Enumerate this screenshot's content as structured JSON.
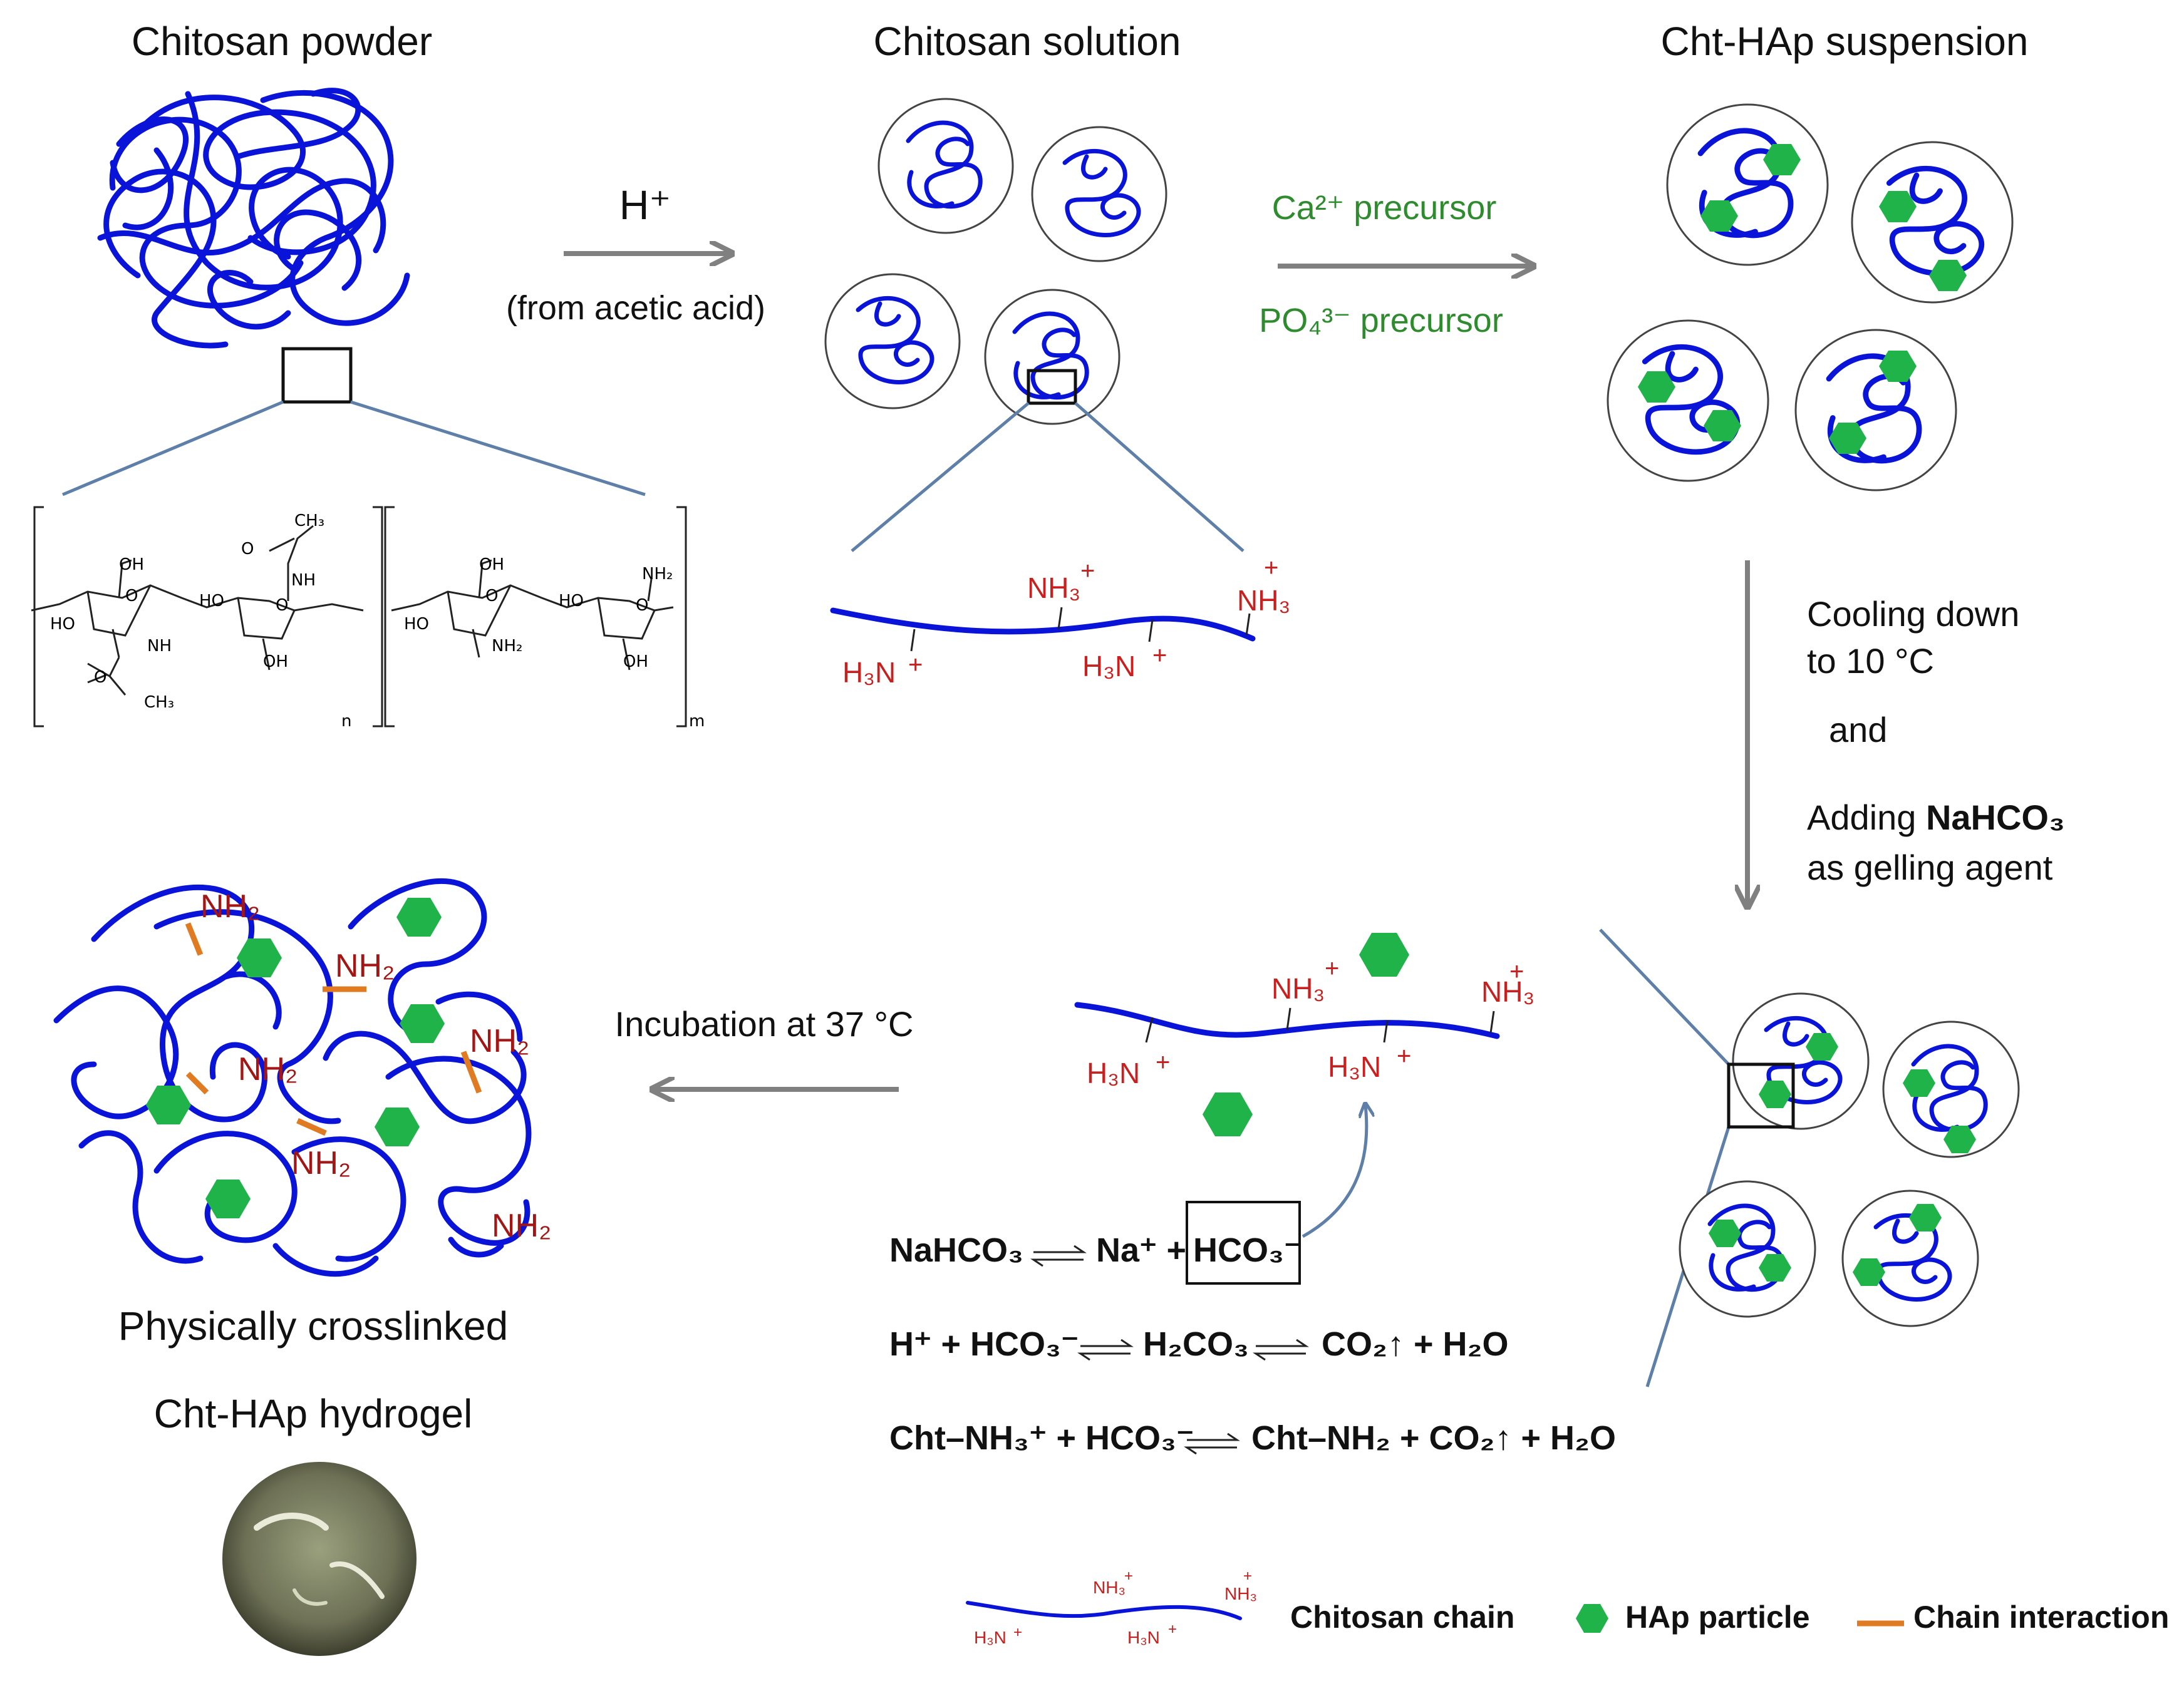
{
  "stages": {
    "powder": "Chitosan powder",
    "solution": "Chitosan solution",
    "suspension": "Cht-HAp suspension",
    "hydrogel_line1": "Physically crosslinked",
    "hydrogel_line2": "Cht-HAp hydrogel"
  },
  "steps": {
    "acid_ion": "H⁺",
    "acid_source": "(from acetic acid)",
    "ca_precursor": "Ca²⁺ precursor",
    "po_precursor": "PO₄³⁻ precursor",
    "cooling_1": "Cooling down",
    "cooling_2": "to 10 °C",
    "and": "and",
    "adding": "Adding ",
    "nahco3": "NaHCO₃",
    "gelling": "as gelling agent",
    "incubation": "Incubation at 37 °C"
  },
  "molecule": {
    "oh": "OH",
    "ho": "HO",
    "nh": "NH",
    "nh2": "NH₂",
    "ch3": "CH₃",
    "o": "O",
    "n": "n",
    "m": "m"
  },
  "groups": {
    "nh3": "NH₃",
    "h3n": "H₃N",
    "nh2": "NH₂",
    "plus": "+"
  },
  "equations": {
    "eq1_left": "NaHCO₃",
    "eq1_mid": "Na⁺ +",
    "eq1_box": "HCO₃⁻",
    "eq2_left": "H⁺ + HCO₃⁻",
    "eq2_mid": "H₂CO₃",
    "eq2_right": "CO₂↑ + H₂O",
    "eq3_left": "Cht–NH₃⁺ + HCO₃⁻",
    "eq3_right": "Cht–NH₂ + CO₂↑ + H₂O"
  },
  "legend": {
    "chain": "Chitosan chain",
    "particle": "HAp particle",
    "interaction": "Chain interaction"
  },
  "colors": {
    "chain": "#0a14d8",
    "particle": "#1fb34a",
    "interaction": "#e07b22",
    "charge": "#c8201f",
    "precursor": "#2e8b2e"
  }
}
